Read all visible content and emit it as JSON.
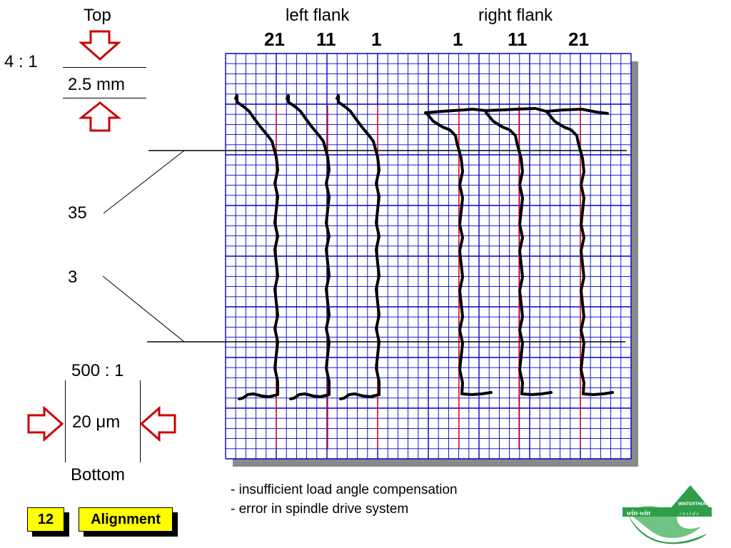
{
  "labels": {
    "top": "Top",
    "bottom": "Bottom",
    "scale_top": "4 : 1",
    "scale_top_value": "2.5 mm",
    "scale_bottom": "500 : 1",
    "scale_bottom_value": "20 μm",
    "marker_upper": "35",
    "marker_lower": "3",
    "left_flank": "left flank",
    "right_flank": "right flank"
  },
  "flank_numbers": {
    "left": [
      "21",
      "11",
      "1"
    ],
    "right": [
      "1",
      "11",
      "21"
    ]
  },
  "notes": [
    "- insufficient load angle compensation",
    "- error in spindle drive system"
  ],
  "footer": {
    "page_number": "12",
    "section": "Alignment",
    "logo_text": "win-win",
    "logo_brand": "WINTERTHUR",
    "logo_sub": "inside"
  },
  "colors": {
    "grid_line": "#0000cc",
    "reference_line": "#ff0000",
    "trace": "#000000",
    "arrow_fill": "#ffffff",
    "arrow_stroke": "#cc0000",
    "badge": "#ffff00",
    "logo_green": "#2e9e4a"
  },
  "icons": {
    "arrow_down": "arrow-down-icon",
    "arrow_up": "arrow-up-icon",
    "arrow_right": "arrow-right-icon",
    "arrow_left": "arrow-left-icon"
  }
}
